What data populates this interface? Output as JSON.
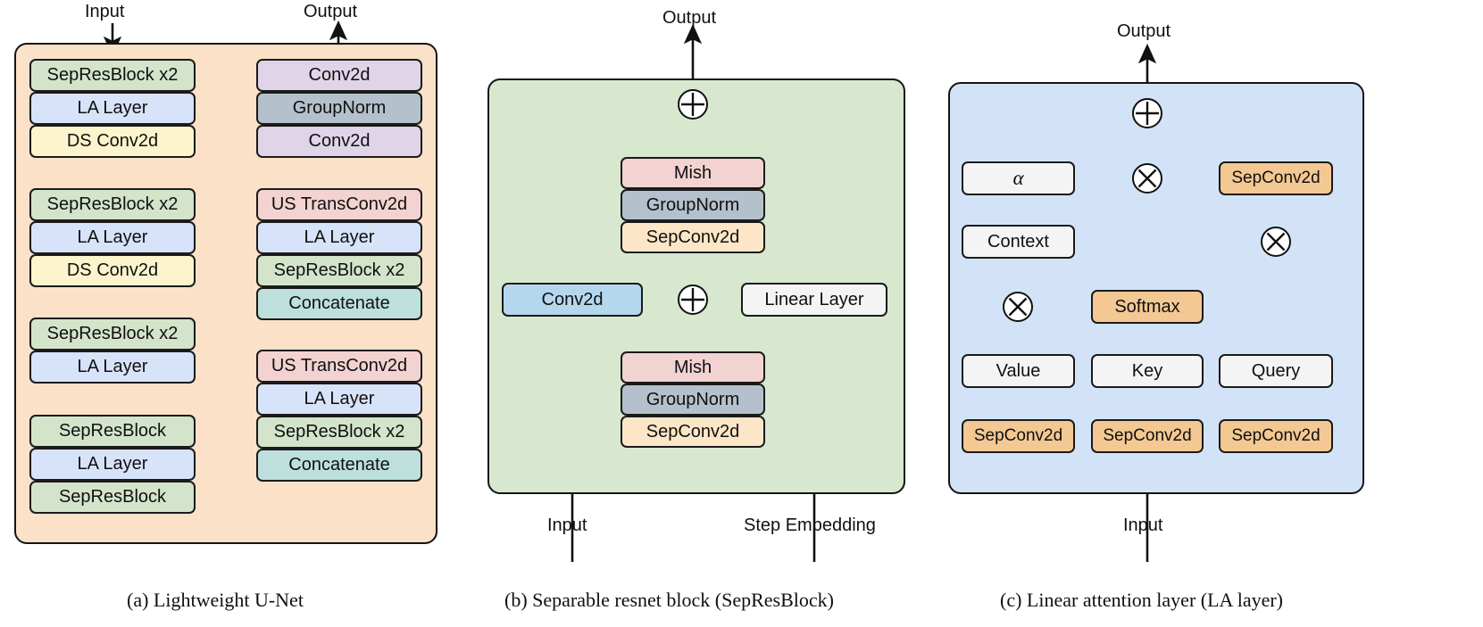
{
  "figure": {
    "title": "Lightweight diffusion U-Net architecture",
    "colors": {
      "panel_a_bg": "#fae1c8",
      "panel_b_bg": "#d7e8cf",
      "panel_c_bg": "#d3e3f7",
      "green": "#d3e4cb",
      "blue": "#d7e3f8",
      "yellow": "#fbf4cd",
      "purple": "#e0d4e8",
      "gray": "#b4c1cc",
      "pink": "#f3d2d2",
      "teal": "#bde0dd",
      "light_blue": "#b5d7ee",
      "orange": "#fde6c7",
      "orange_dark": "#f3c893",
      "white": "#f4f4f4",
      "stroke": "#111111"
    }
  },
  "panels": [
    {
      "id": "a",
      "caption": "(a) Lightweight U-Net",
      "io_labels": {
        "input": "Input",
        "output": "Output"
      },
      "encoder": [
        {
          "label": "SepResBlock x2",
          "color": "green"
        },
        {
          "label": "LA Layer",
          "color": "blue"
        },
        {
          "label": "DS Conv2d",
          "color": "yellow"
        },
        {
          "label": "SepResBlock x2",
          "color": "green"
        },
        {
          "label": "LA Layer",
          "color": "blue"
        },
        {
          "label": "DS Conv2d",
          "color": "yellow"
        },
        {
          "label": "SepResBlock x2",
          "color": "green"
        },
        {
          "label": "LA Layer",
          "color": "blue"
        },
        {
          "label": "SepResBlock",
          "color": "green"
        },
        {
          "label": "LA Layer",
          "color": "blue"
        },
        {
          "label": "SepResBlock",
          "color": "green"
        }
      ],
      "decoder": [
        {
          "label": "Conv2d",
          "color": "purple"
        },
        {
          "label": "GroupNorm",
          "color": "gray"
        },
        {
          "label": "Conv2d",
          "color": "purple"
        },
        {
          "label": "US TransConv2d",
          "color": "pink"
        },
        {
          "label": "LA Layer",
          "color": "blue"
        },
        {
          "label": "SepResBlock x2",
          "color": "green"
        },
        {
          "label": "Concatenate",
          "color": "teal"
        },
        {
          "label": "US TransConv2d",
          "color": "pink"
        },
        {
          "label": "LA Layer",
          "color": "blue"
        },
        {
          "label": "SepResBlock x2",
          "color": "green"
        },
        {
          "label": "Concatenate",
          "color": "teal"
        }
      ]
    },
    {
      "id": "b",
      "caption": "(b) Separable resnet block (SepResBlock)",
      "io_labels": {
        "input": "Input",
        "output": "Output",
        "step_embedding": "Step Embedding"
      },
      "blocks": [
        {
          "label": "Mish",
          "color": "pink"
        },
        {
          "label": "GroupNorm",
          "color": "gray"
        },
        {
          "label": "SepConv2d",
          "color": "orange"
        },
        {
          "label": "Conv2d",
          "color": "light_blue"
        },
        {
          "label": "Linear Layer",
          "color": "white"
        },
        {
          "label": "Mish",
          "color": "pink"
        },
        {
          "label": "GroupNorm",
          "color": "gray"
        },
        {
          "label": "SepConv2d",
          "color": "orange"
        }
      ],
      "operators": [
        "add",
        "add"
      ]
    },
    {
      "id": "c",
      "caption": "(c) Linear attention layer (LA layer)",
      "io_labels": {
        "input": "Input",
        "output": "Output"
      },
      "blocks": [
        {
          "label": "α",
          "color": "white"
        },
        {
          "label": "SepConv2d",
          "color": "orange_dark"
        },
        {
          "label": "Context",
          "color": "white"
        },
        {
          "label": "Softmax",
          "color": "orange_dark"
        },
        {
          "label": "Value",
          "color": "white"
        },
        {
          "label": "Key",
          "color": "white"
        },
        {
          "label": "Query",
          "color": "white"
        },
        {
          "label": "SepConv2d",
          "color": "orange_dark"
        },
        {
          "label": "SepConv2d",
          "color": "orange_dark"
        },
        {
          "label": "SepConv2d",
          "color": "orange_dark"
        }
      ],
      "operators": [
        "add",
        "multiply",
        "multiply",
        "multiply"
      ]
    }
  ]
}
